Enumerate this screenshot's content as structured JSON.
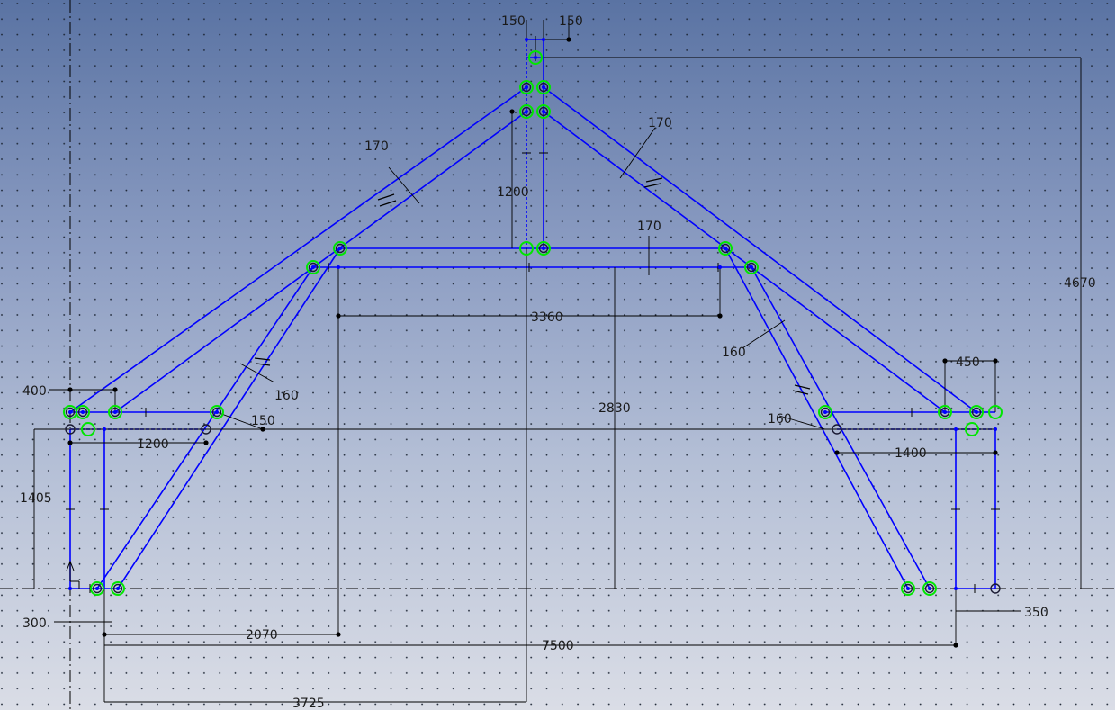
{
  "colors": {
    "background_top": "#5a73a3",
    "background_bottom": "#dadde6",
    "grid_dot": "#1b2433",
    "geometry": "#0000ff",
    "point_marker": "#00e600",
    "dimension": "#000000"
  },
  "dimensions": {
    "top_left": "150",
    "top_right": "150",
    "left_rafter_thickness": "170",
    "right_rafter_thickness": "170",
    "king_post_height": "1200",
    "collar_thickness": "170",
    "collar_span": "3360",
    "total_height": "4670",
    "collar_height": "2830",
    "left_overhang": "400",
    "left_brace_thickness": "160",
    "right_brace_thickness": "160",
    "left_sill_offset": "150",
    "right_sill_offset": "160",
    "left_tie_length": "1200",
    "right_tie_length": "1400",
    "wall_height": "1405",
    "right_overhang": "450",
    "left_wall_thickness": "300",
    "right_wall_thickness": "350",
    "collar_offset": "2070",
    "span": "7500",
    "half_span": "3725"
  },
  "icons": {
    "constraint_marks": "parallel-constraint-icon",
    "points": "point-marker-icon"
  }
}
